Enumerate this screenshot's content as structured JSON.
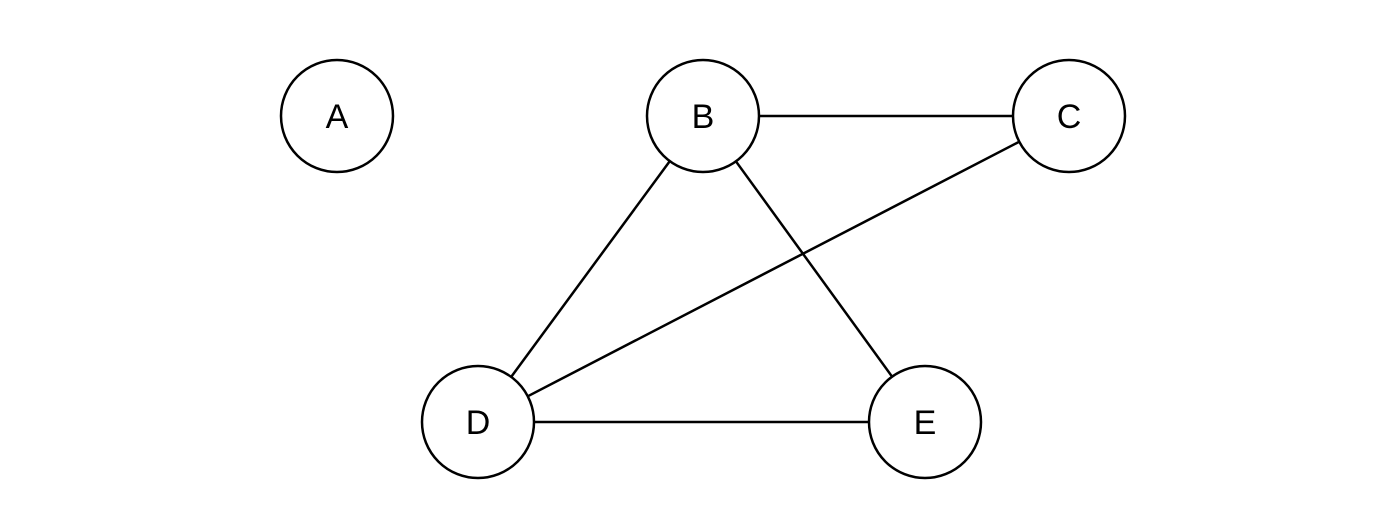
{
  "graph": {
    "nodes": [
      {
        "id": "A",
        "label": "A"
      },
      {
        "id": "B",
        "label": "B"
      },
      {
        "id": "C",
        "label": "C"
      },
      {
        "id": "D",
        "label": "D"
      },
      {
        "id": "E",
        "label": "E"
      }
    ],
    "edges": [
      {
        "from": "B",
        "to": "C"
      },
      {
        "from": "B",
        "to": "D"
      },
      {
        "from": "B",
        "to": "E"
      },
      {
        "from": "C",
        "to": "D"
      },
      {
        "from": "D",
        "to": "E"
      }
    ],
    "colors": {
      "stroke": "#000000",
      "node_fill": "#ffffff",
      "background": "#ffffff"
    }
  }
}
